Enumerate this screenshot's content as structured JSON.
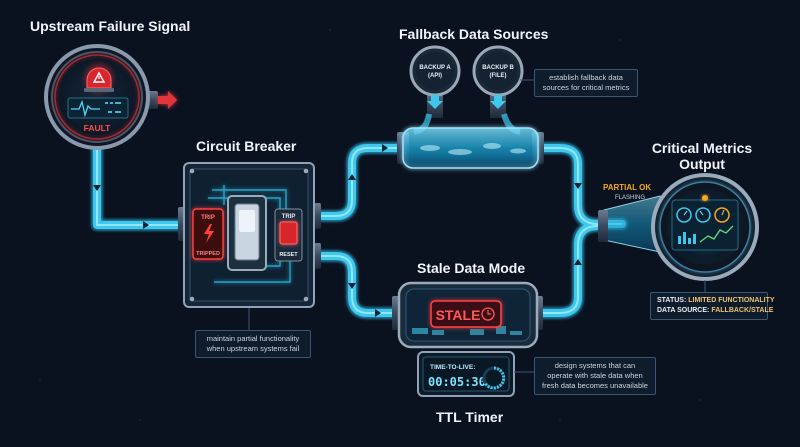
{
  "titles": {
    "upstream": "Upstream Failure Signal",
    "fallback": "Fallback Data Sources",
    "breaker": "Circuit Breaker",
    "stale_mode": "Stale Data Mode",
    "output_line1": "Critical Metrics",
    "output_line2": "Output",
    "ttl_timer": "TTL Timer"
  },
  "gauge": {
    "fault_label": "FAULT"
  },
  "backups": {
    "a_line1": "BACKUP A",
    "a_line2": "(API)",
    "b_line1": "BACKUP B",
    "b_line2": "(FILE)"
  },
  "notes": {
    "fallback_line1": "establish fallback data",
    "fallback_line2": "sources for critical metrics",
    "breaker_line1": "maintain partial functionality",
    "breaker_line2": "when upstream systems fail",
    "ttl_line1": "design systems that can",
    "ttl_line2": "operate with stale data when",
    "ttl_line3": "fresh data becomes unavailable"
  },
  "breaker": {
    "trip_label": "TRIP",
    "tripped_label": "TRIPPED",
    "switch_trip_label": "TRIP",
    "reset_label": "RESET"
  },
  "stale": {
    "badge": "STALE"
  },
  "ttl": {
    "label": "TIME-TO-LIVE:",
    "value": "00:05:30"
  },
  "output": {
    "partial_ok": "PARTIAL OK",
    "flashing": "FLASHING",
    "status_key": "STATUS:",
    "status_value": "LIMITED FUNCTIONALITY",
    "source_key": "DATA SOURCE:",
    "source_value": "FALLBACK/STALE"
  },
  "colors": {
    "pipe": "#3ec8ee",
    "alert": "#e0353a",
    "warning": "#f5a623",
    "status_value": "#f0c070"
  }
}
